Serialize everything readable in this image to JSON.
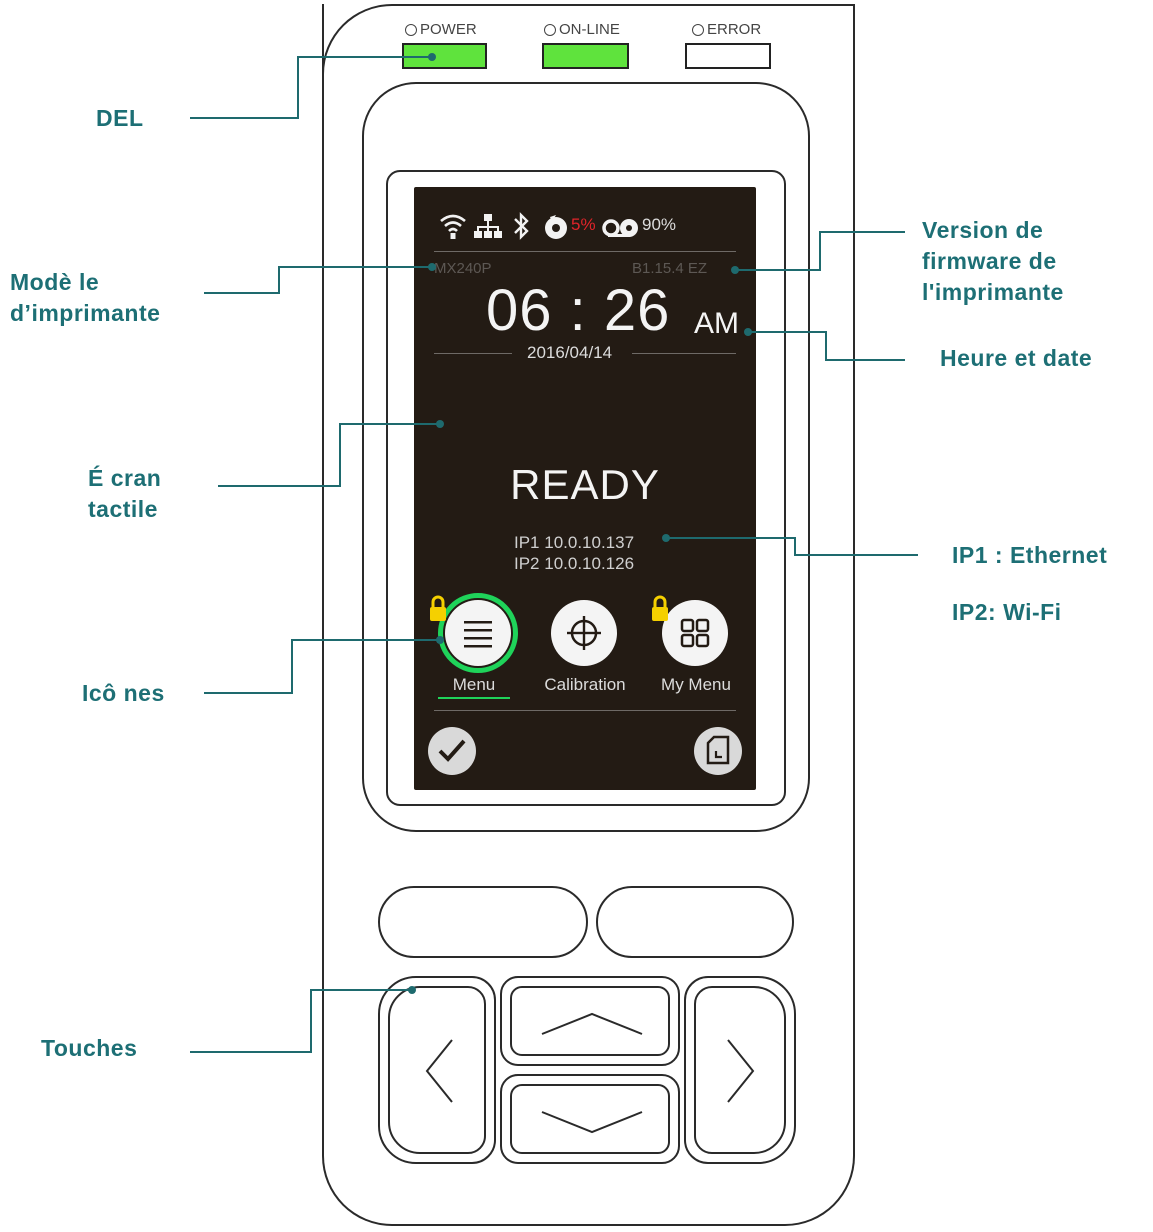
{
  "leds": {
    "power": {
      "label": "POWER",
      "color": "#5fe33d"
    },
    "online": {
      "label": "ON-LINE",
      "color": "#5fe33d"
    },
    "error": {
      "label": "ERROR",
      "color": "#ffffff"
    }
  },
  "screen": {
    "status_icons": [
      "wifi-icon",
      "ethernet-icon",
      "bluetooth-icon",
      "ribbon-icon",
      "label-roll-icon"
    ],
    "ribbon_percent": "5%",
    "label_percent": "90%",
    "model": "MX240P",
    "firmware": "B1.15.4 EZ",
    "time": "06 : 26",
    "meridiem": "AM",
    "date": "2016/04/14",
    "status": "READY",
    "ip1": "IP1 10.0.10.137",
    "ip2": "IP2 10.0.10.126",
    "icons": [
      {
        "label": "Menu",
        "icon": "list-icon",
        "locked": true,
        "selected": true
      },
      {
        "label": "Calibration",
        "icon": "crosshair-icon",
        "locked": false,
        "selected": false
      },
      {
        "label": "My Menu",
        "icon": "grid-icon",
        "locked": true,
        "selected": false
      }
    ],
    "accent": "#1fd35a",
    "ribbon_color": "#e0242a"
  },
  "callouts": {
    "del": "DEL",
    "model": [
      "Modè le",
      "d’imprimante"
    ],
    "screen": [
      "É cran",
      "tactile"
    ],
    "icons": "Icô nes",
    "keys": "Touches",
    "firmware": [
      "Version de",
      "firmware de",
      "l'imprimante"
    ],
    "datetime": "Heure et date",
    "ip1": "IP1 : Ethernet",
    "ip2": "IP2: Wi-Fi"
  }
}
